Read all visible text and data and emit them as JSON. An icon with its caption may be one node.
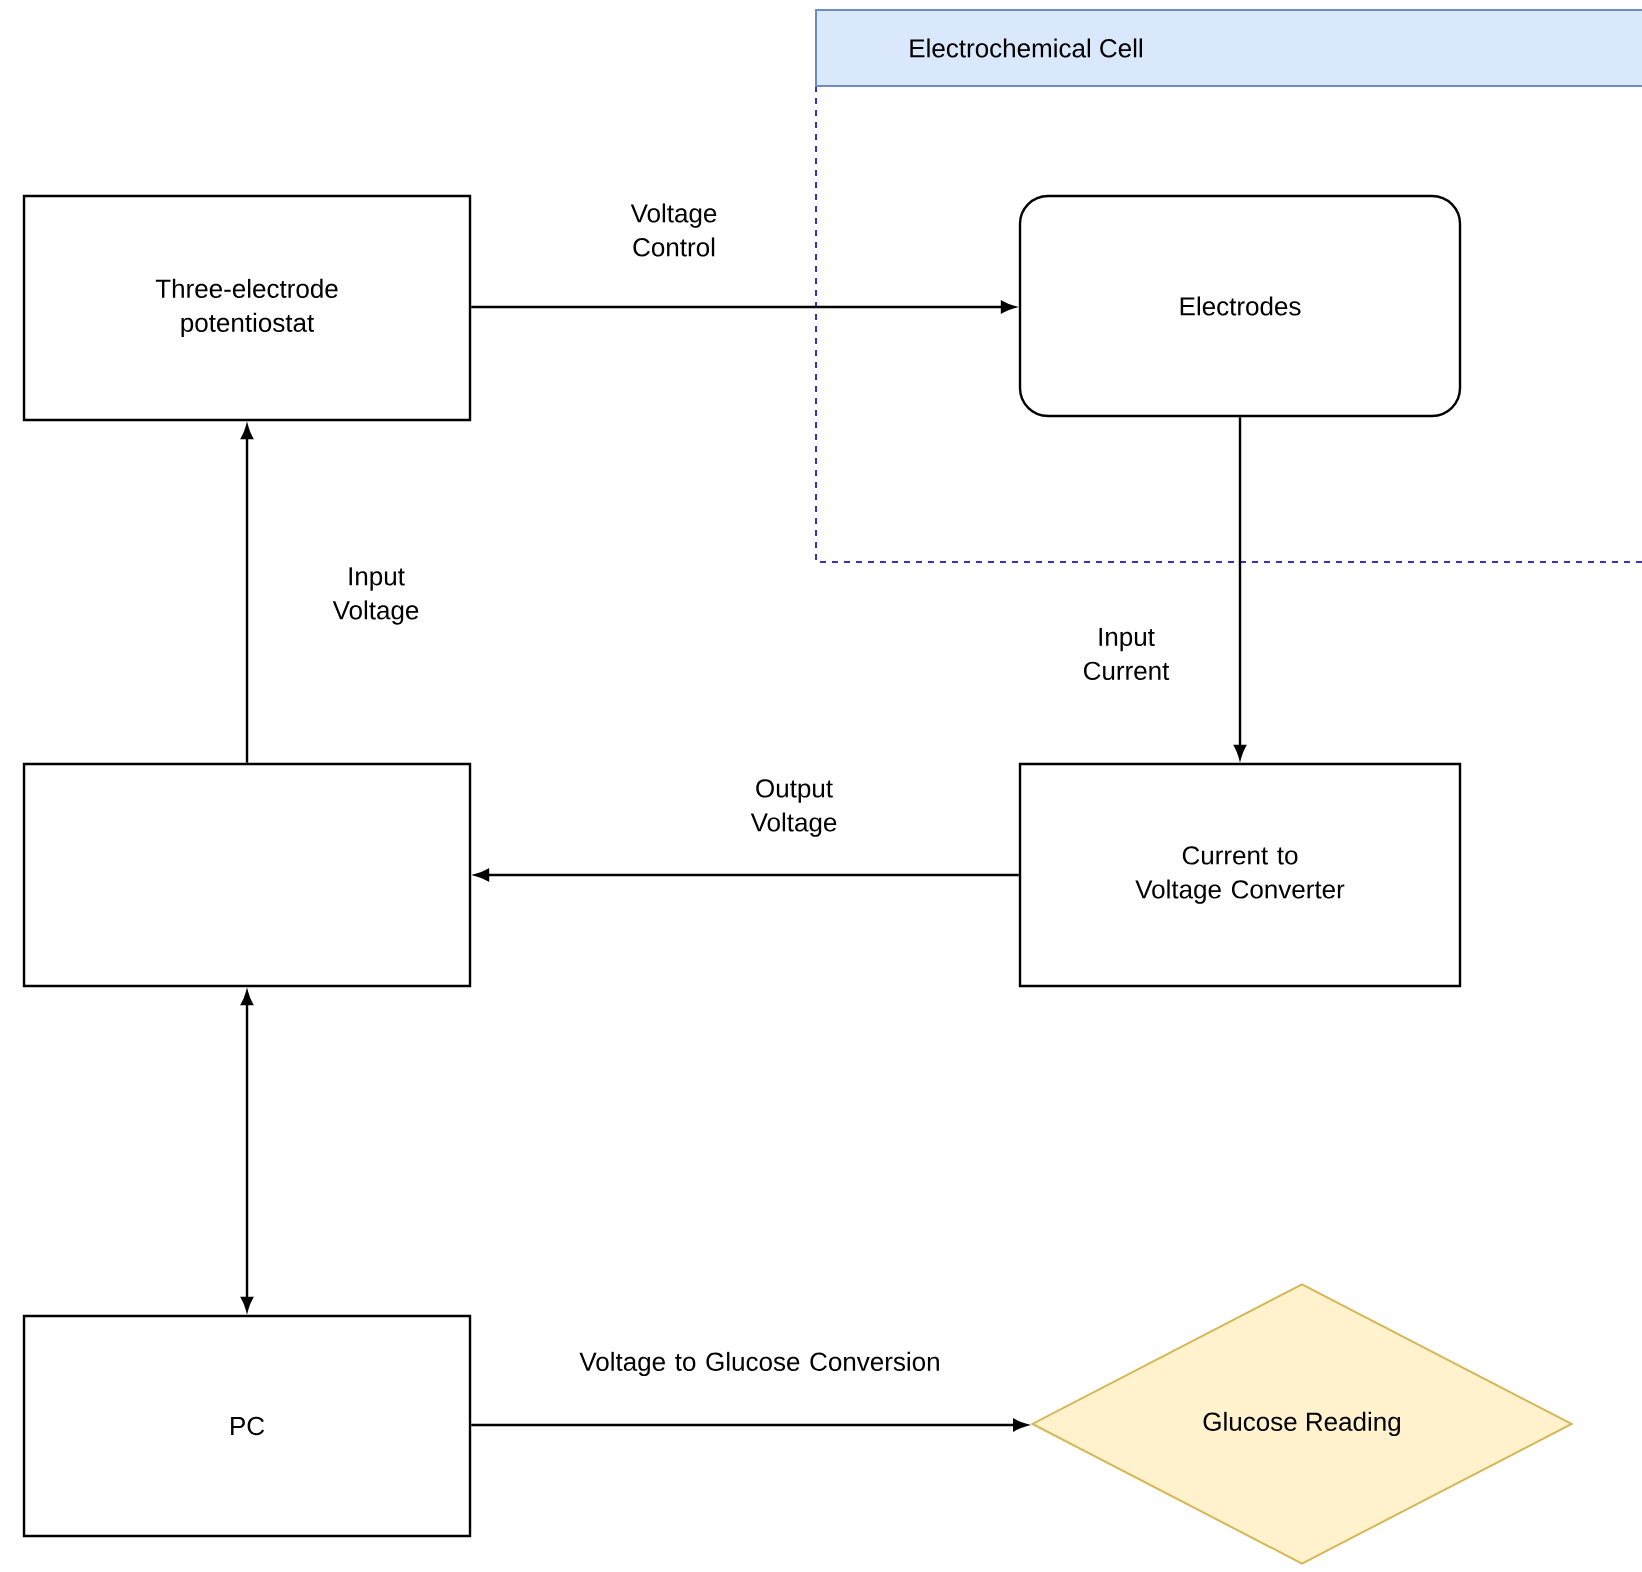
{
  "diagram": {
    "nodes": [
      {
        "text": [
          "Electrochemical Cell"
        ]
      },
      {
        "text": [
          "Three-electrode potentiostat"
        ]
      },
      {
        "text": [
          "Electrodes"
        ],
        "in": 0
      },
      {
        "text": [],
        "shape": "box"
      },
      {
        "text": [
          "Current to Voltage Converter"
        ]
      },
      {
        "text": [
          "PC"
        ]
      },
      {
        "text": [
          "Glucose Reading"
        ]
      }
    ],
    "edges": [
      {
        "from": 1,
        "to": 2,
        "arrow": "to",
        "label": "Voltage Control"
      },
      {
        "from": 3,
        "to": 1,
        "arrow": "to",
        "label": "Input Voltage"
      },
      {
        "from": 2,
        "to": 4,
        "arrow": "to",
        "label": "Input Current"
      },
      {
        "from": 4,
        "to": 3,
        "arrow": "to",
        "label": "Output Voltage"
      },
      {
        "from": 3,
        "to": 5,
        "arrow": "both"
      },
      {
        "from": 5,
        "to": 6,
        "arrow": "to",
        "label": "Voltage to Glucose Conversion"
      }
    ]
  }
}
